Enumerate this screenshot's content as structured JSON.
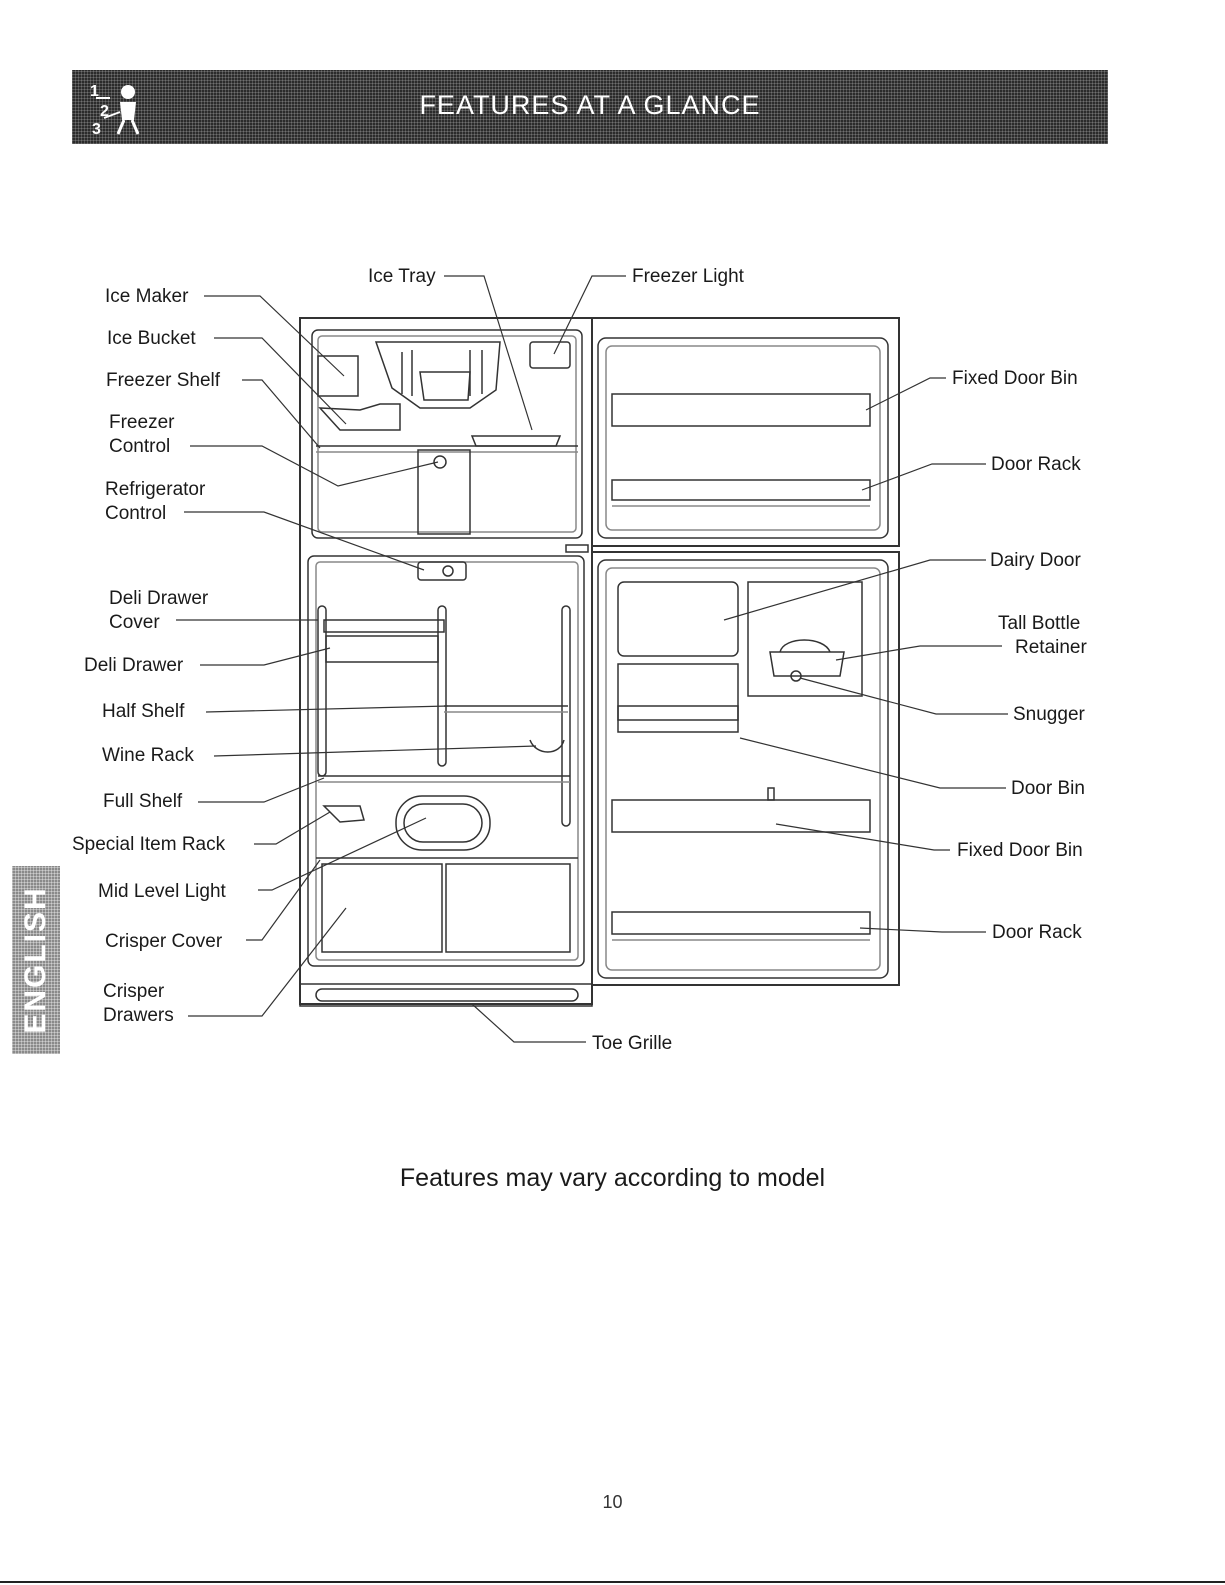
{
  "header": {
    "title": "FEATURES AT A GLANCE",
    "steps_icon": "steps-figure-icon"
  },
  "side_tab": {
    "label": "ENGLISH"
  },
  "labels": {
    "ice_maker": "Ice Maker",
    "ice_bucket": "Ice Bucket",
    "freezer_shelf": "Freezer Shelf",
    "freezer_control_1": "Freezer",
    "freezer_control_2": "Control",
    "refrigerator_control_1": "Refrigerator",
    "refrigerator_control_2": "Control",
    "deli_drawer_cover_1": "Deli Drawer",
    "deli_drawer_cover_2": "Cover",
    "deli_drawer": "Deli Drawer",
    "half_shelf": "Half Shelf",
    "wine_rack": "Wine Rack",
    "full_shelf": "Full Shelf",
    "special_item_rack": "Special Item Rack",
    "mid_level_light": "Mid Level Light",
    "crisper_cover": "Crisper Cover",
    "crisper_drawers_1": "Crisper",
    "crisper_drawers_2": "Drawers",
    "ice_tray": "Ice Tray",
    "freezer_light": "Freezer Light",
    "fixed_door_bin_top": "Fixed Door Bin",
    "door_rack_top": "Door Rack",
    "dairy_door": "Dairy Door",
    "tall_bottle_retainer_1": "Tall Bottle",
    "tall_bottle_retainer_2": "Retainer",
    "snugger": "Snugger",
    "door_bin": "Door Bin",
    "fixed_door_bin_bottom": "Fixed Door Bin",
    "door_rack_bottom": "Door Rack",
    "toe_grille": "Toe Grille"
  },
  "footnote": "Features may vary according to model",
  "page_number": "10"
}
